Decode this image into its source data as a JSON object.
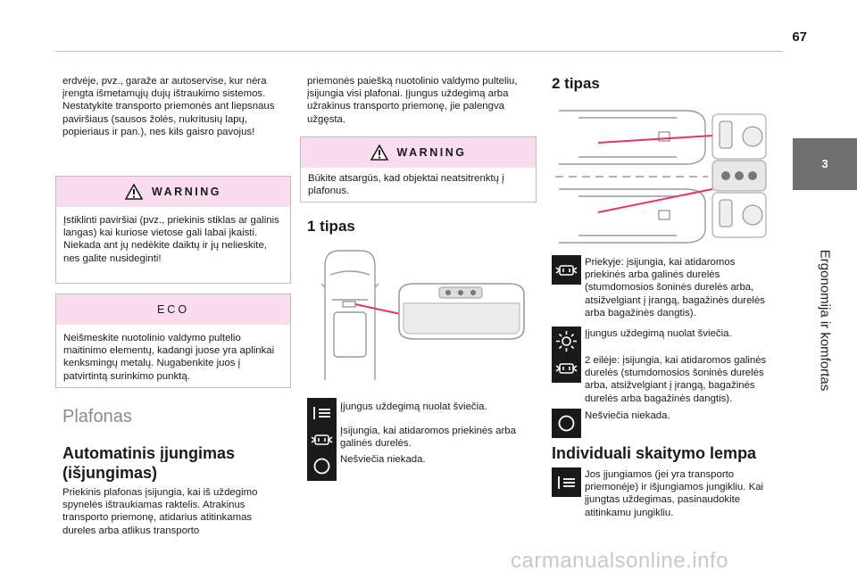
{
  "page": {
    "number": "67"
  },
  "chapter": {
    "number": "3",
    "title": "Ergonomija ir komfortas"
  },
  "col1": {
    "intro": "erdvėje, pvz., garaže ar autoservise, kur nėra įrengta išmetamųjų dujų ištraukimo sistemos. Nestatykite transporto priemonės ant liepsnaus paviršiaus (sausos žolės, nukritusių lapų, popieriaus ir pan.), nes kils gaisro pavojus!",
    "warning_title": "WARNING",
    "warning_text": "Įstiklinti paviršiai (pvz., priekinis stiklas ar galinis langas) kai kuriose vietose gali labai įkaisti. Niekada ant jų nedėkite daiktų ir jų nelieskite, nes galite nusideginti!",
    "eco_title": "ECO",
    "eco_text": "Neišmeskite nuotolinio valdymo pultelio maitinimo elementų, kadangi juose yra aplinkai kenksmingų metalų. Nugabenkite juos į patvirtintą surinkimo punktą.",
    "section_title": "Plafonas",
    "subsection_title": "Automatinis įjungimas (išjungimas)",
    "body": "Priekinis plafonas įsijungia, kai iš uždegimo spynelės ištraukiamas raktelis. Atrakinus transporto priemonę, atidarius atitinkamas dureles arba atlikus transporto"
  },
  "col2": {
    "intro": "priemonės paiešką nuotolinio valdymo pulteliu, įsijungia visi plafonai. Įjungus uždegimą arba užrakinus transporto priemonę, jie palengva užgęsta.",
    "warning_title": "WARNING",
    "warning_text": "Būkite atsargūs, kad objektai neatsitrenktų į plafonus.",
    "heading": "1 tipas",
    "item1": "Įjungus uždegimą nuolat šviečia.",
    "item2": "Įsijungia, kai atidaromos priekinės arba galinės durelės.",
    "item3": "Nešviečia niekada."
  },
  "col3": {
    "heading": "2 tipas",
    "item1": "Priekyje: įsijungia, kai atidaromos priekinės arba galinės durelės (stumdomosios šoninės durelės arba, atsižvelgiant į įrangą, bagažinės durelės arba bagažinės dangtis).",
    "item2": "Įjungus uždegimą nuolat šviečia.",
    "item3": "2 eilėje: įsijungia, kai atidaromos galinės durelės (stumdomosios šoninės durelės arba, atsižvelgiant į įrangą, bagažinės durelės arba bagažinės dangtis).",
    "item4": "Nešviečia niekada.",
    "heading2": "Individuali skaitymo lempa",
    "item5": "Jos įjungiamos (jei yra transporto priemonėje) ir išjungiamos jungikliu. Kai įjungtas uždegimas, pasinaudokite atitinkamu jungikliu."
  },
  "colors": {
    "accent_pink": "#fbdbf0",
    "chapter_tab": "#6f6f6f",
    "pointer_red": "#e8336b"
  }
}
